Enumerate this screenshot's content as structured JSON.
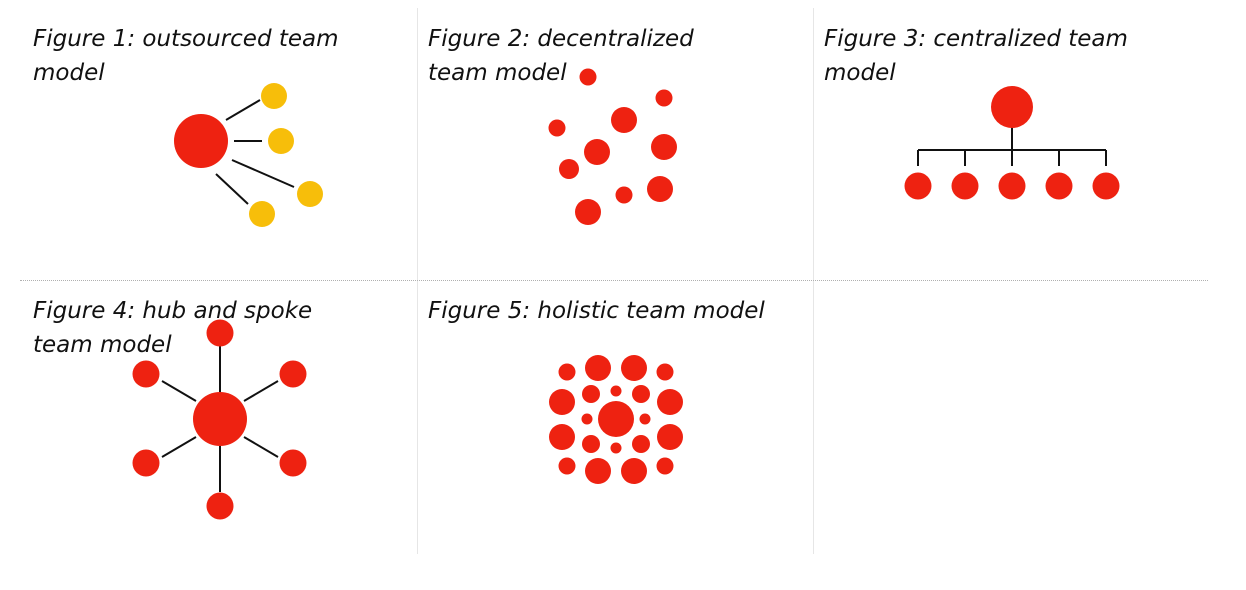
{
  "colors": {
    "primary_node": "#ee2211",
    "secondary_node": "#f7be0a",
    "connector": "#111111",
    "divider": "#e6e6e6",
    "dotted_divider": "#b0b0b0"
  },
  "figures": [
    {
      "caption": "Figure 1: outsourced team model"
    },
    {
      "caption": "Figure 2: decentralized team model"
    },
    {
      "caption": "Figure 3: centralized team model"
    },
    {
      "caption": "Figure 4: hub and spoke team model"
    },
    {
      "caption": "Figure 5: holistic team model"
    }
  ]
}
